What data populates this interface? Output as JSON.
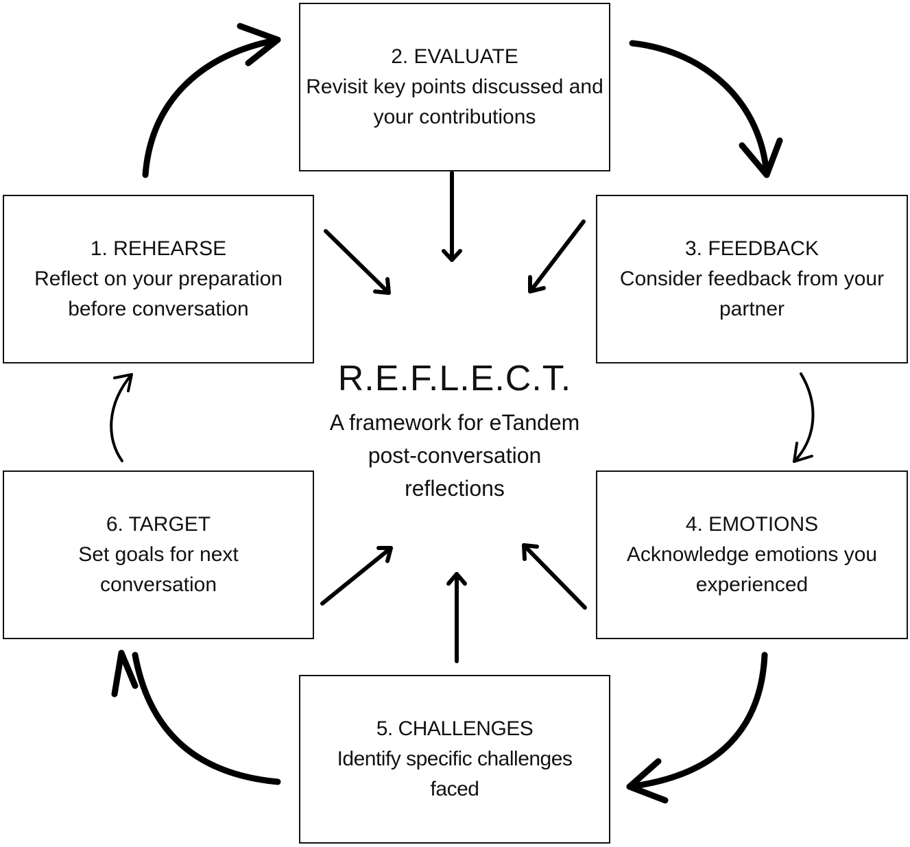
{
  "diagram": {
    "title": "R.E.F.L.E.C.T.",
    "subtitle_lines": [
      "A framework for eTandem",
      "post-conversation",
      "reflections"
    ],
    "steps": [
      {
        "title": "1. REHEARSE",
        "desc": "Reflect on your preparation before conversation"
      },
      {
        "title": "2. EVALUATE",
        "desc": "Revisit key points discussed and your contributions"
      },
      {
        "title": "3. FEEDBACK",
        "desc": "Consider feedback from your partner"
      },
      {
        "title": "4. EMOTIONS",
        "desc": "Acknowledge emotions you experienced"
      },
      {
        "title": "5. CHALLENGES",
        "desc": "Identify specific challenges faced"
      },
      {
        "title": "6. TARGET",
        "desc": "Set goals for next conversation"
      }
    ],
    "cycle_arrows": [
      "1->2",
      "2->3",
      "3->4",
      "4->5",
      "5->6",
      "6->1"
    ],
    "center_arrows": [
      "1->center",
      "2->center",
      "3->center",
      "4->center",
      "5->center",
      "6->center"
    ]
  }
}
